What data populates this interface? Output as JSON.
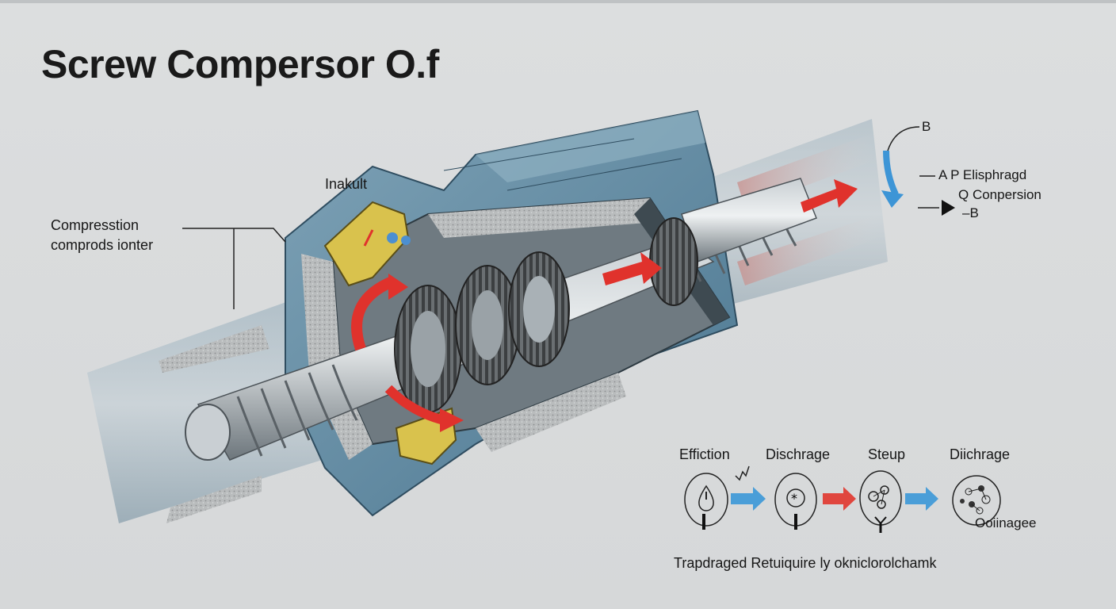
{
  "title": "Screw Compersor O.f",
  "labels": {
    "inakult": "Inakult",
    "compression_line1": "Compresstion",
    "compression_line2": "comprods ionter",
    "b_top": "B",
    "ap_elisphragd": "A P  Elisphragd",
    "q_conpersion": "Q Conpersion",
    "b_bottom": "–B"
  },
  "process": {
    "steps": [
      {
        "label": "Effiction",
        "icon": "drop-warning-icon"
      },
      {
        "label": "Dischrage",
        "icon": "star-valve-icon"
      },
      {
        "label": "Steup",
        "icon": "molecule-valve-icon"
      },
      {
        "label": "Diichrage",
        "icon": "cluster-icon"
      }
    ],
    "end_label": "Ooiinagee",
    "footer": "Trapdraged Retuiquire ly okniclorolchamk",
    "arrow_colors": [
      "#4a9ed8",
      "#e0463e",
      "#4a9ed8"
    ]
  },
  "colors": {
    "housing": "#5d8aa3",
    "housing_dark": "#3f6880",
    "shaft": "#8d969c",
    "flow_arrow": "#e0322c",
    "bracket": "#d7c04a",
    "accent_blue": "#3d95d6"
  }
}
